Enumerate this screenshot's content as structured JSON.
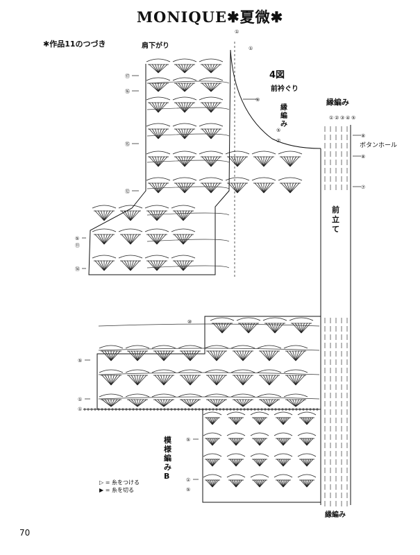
{
  "header": {
    "title": "MONIQUE✱夏微✱"
  },
  "labels": {
    "continuation": "✱作品11のつづき",
    "shoulder": "肩下がり",
    "figure": "4図",
    "neckline": "前衿ぐり",
    "edging_vertical": "縁編み",
    "edging_top": "縁編み",
    "buttonhole": "ボタンホール",
    "front_placket": "前立て",
    "pattern_b": "模様編みB",
    "edging_bottom": "縁編み"
  },
  "legend": [
    {
      "symbol": "▷",
      "text": "= 糸をつける"
    },
    {
      "symbol": "▶",
      "text": "= 糸を切る"
    }
  ],
  "page_number": "70",
  "row_markers": {
    "upper_left": [
      "①",
      "⑰",
      "⑯",
      "⑮",
      "⑫",
      "⑤",
      "⑪",
      "⑭",
      "⑬"
    ],
    "upper_right": [
      "①",
      "⑨",
      "⑤",
      "②",
      "③"
    ],
    "placket_right": [
      "⑧",
      "⑧",
      "⑦"
    ],
    "lower_left": [
      "⑩",
      "⑤",
      "①",
      "①",
      "⑤",
      "①",
      "⑤"
    ],
    "edge_top_numbers": [
      "①",
      "②",
      "③",
      "④",
      "⑤"
    ]
  }
}
